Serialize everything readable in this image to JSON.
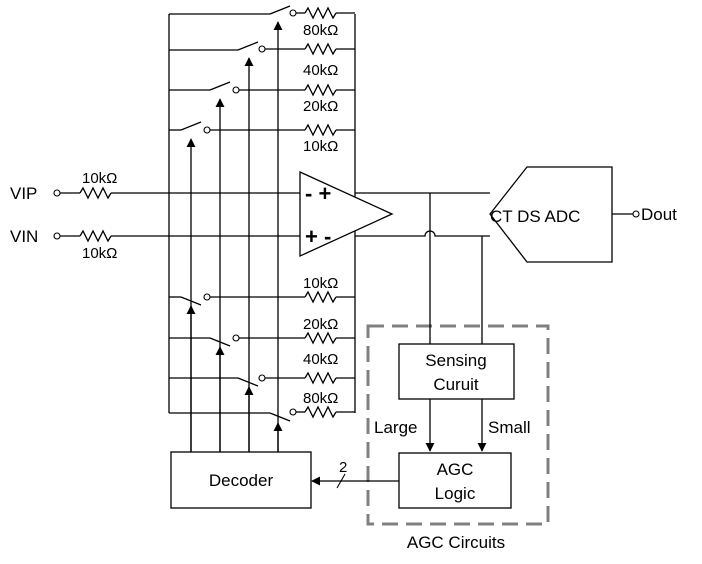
{
  "inputs": {
    "vip_label": "VIP",
    "vin_label": "VIN",
    "vip_resistor": "10kΩ",
    "vin_resistor": "10kΩ"
  },
  "feedback_top": [
    "80kΩ",
    "40kΩ",
    "20kΩ",
    "10kΩ"
  ],
  "feedback_bottom": [
    "10kΩ",
    "20kΩ",
    "40kΩ",
    "80kΩ"
  ],
  "amplifier": {
    "top_signs": "- +",
    "bottom_signs": "+ -"
  },
  "adc": {
    "label": "CT DS ADC",
    "output_label": "Dout"
  },
  "sensing": {
    "line1": "Sensing",
    "line2": "Curuit",
    "large_label": "Large",
    "small_label": "Small"
  },
  "agc_logic": {
    "line1": "AGC",
    "line2": "Logic"
  },
  "decoder": {
    "label": "Decoder",
    "bus_width": "2"
  },
  "agc_group_label": "AGC Circuits"
}
